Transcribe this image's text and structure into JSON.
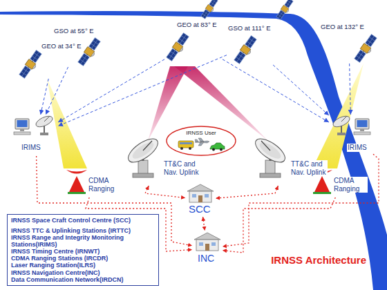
{
  "diagram": {
    "title": "IRNSS Architecture",
    "nodes": [
      {
        "text": [
          "GEO at 34° E"
        ]
      },
      {
        "text": [
          "GSO at 55° E"
        ]
      },
      {
        "text": [
          "GEO at 83° E"
        ]
      },
      {
        "text": [
          "GSO at 111° E"
        ]
      },
      {
        "text": [
          "GEO at 132° E"
        ]
      },
      {
        "text": [
          "IRIMS"
        ]
      },
      {
        "text": [
          "CDMA Ranging"
        ]
      },
      {
        "text": [
          "TT&C and Nav. Uplink"
        ]
      },
      {
        "text": [
          "IRNSS User"
        ]
      },
      {
        "text": [
          "TT&C and Nav. Uplink"
        ]
      },
      {
        "text": [
          "CDMA Ranging"
        ]
      },
      {
        "text": [
          "IRIMS"
        ]
      },
      {
        "text": [
          "SCC"
        ]
      },
      {
        "text": [
          "INC"
        ]
      },
      {
        "text": [
          "IRNSS Space Craft Control Centre (SCC)",
          "IRNSS TTC & Uplinking Stations (IRTTC)",
          "IRNSS Range and Integrity Monitoring Stations(IRIMS)",
          "IRNSS Timing Centre (IRNWT)",
          "CDMA Ranging Stations (IRCDR)",
          "Laser Ranging Station(ILRS)",
          "IRNSS Navigation Centre(INC)",
          "Data Communication Network(IRDCN)"
        ]
      }
    ],
    "edges": [
      {
        "from": 7,
        "to": 12,
        "arrow": "both"
      },
      {
        "from": 9,
        "to": 12,
        "arrow": "both"
      },
      {
        "from": 12,
        "to": 13,
        "arrow": "both"
      },
      {
        "from": 5,
        "to": 13,
        "arrow": "to"
      },
      {
        "from": 6,
        "to": 13,
        "arrow": "to"
      },
      {
        "from": 10,
        "to": 13,
        "arrow": "to"
      },
      {
        "from": 11,
        "to": 13,
        "arrow": "to"
      },
      {
        "from": 0,
        "to": 5,
        "arrow": "to"
      },
      {
        "from": 1,
        "to": 5,
        "arrow": "to"
      },
      {
        "from": 2,
        "to": 5,
        "arrow": "to"
      },
      {
        "from": 3,
        "to": 5,
        "arrow": "to"
      },
      {
        "from": 2,
        "to": 11,
        "arrow": "to"
      },
      {
        "from": 3,
        "to": 11,
        "arrow": "to"
      },
      {
        "from": 4,
        "to": 11,
        "arrow": "to"
      }
    ]
  }
}
